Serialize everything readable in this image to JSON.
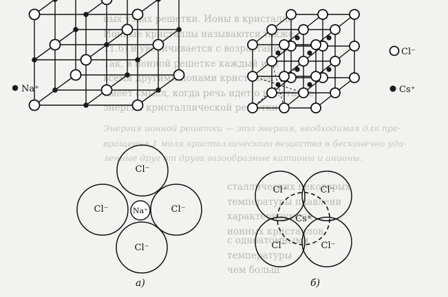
{
  "background_text": {
    "lines_top": [
      "ных узлах решетки. Ионы в кристалле",
      "Ионные кристаллы называются также",
      "11.6) и увеличивается с возрастанием",
      "Так, в ионной решетке каждый ион",
      "всеми другими ионами кристалла.",
      "имеет смысл, когда речь идет о кристалле",
      "энергия кристаллической решетки"
    ],
    "lines_mid": [
      "Энергия ионной решетки — это энергия, необходимая для пре-",
      "вращения 1 моля кристаллического вещества в бесконечно уда-",
      "ленные друг от друга газообразные катионы и анионы."
    ],
    "lines_r1": [
      "сталлических некоторых",
      "температуры плавлени",
      "характеризуются",
      "ионных кристаллов."
    ],
    "lines_r2": [
      "с одноатомными",
      "температуры",
      "чем больш"
    ]
  },
  "diagram": {
    "legend": {
      "na": "Na⁺",
      "cl": "Cl⁻",
      "cs": "Cs⁺"
    },
    "layer_a": {
      "center": "Na⁺",
      "anions": [
        "Cl⁻",
        "Cl⁻",
        "Cl⁻",
        "Cl⁻"
      ]
    },
    "layer_b": {
      "center": "Cs⁺",
      "anions": [
        "Cl⁻",
        "Cl⁻",
        "Cl⁻",
        "Cl⁻"
      ]
    },
    "captions": [
      "а)",
      "б)"
    ],
    "colors": {
      "ink": "#111111",
      "open_atom": "#ffffff",
      "dark_atom": "#1a1a1a"
    }
  }
}
